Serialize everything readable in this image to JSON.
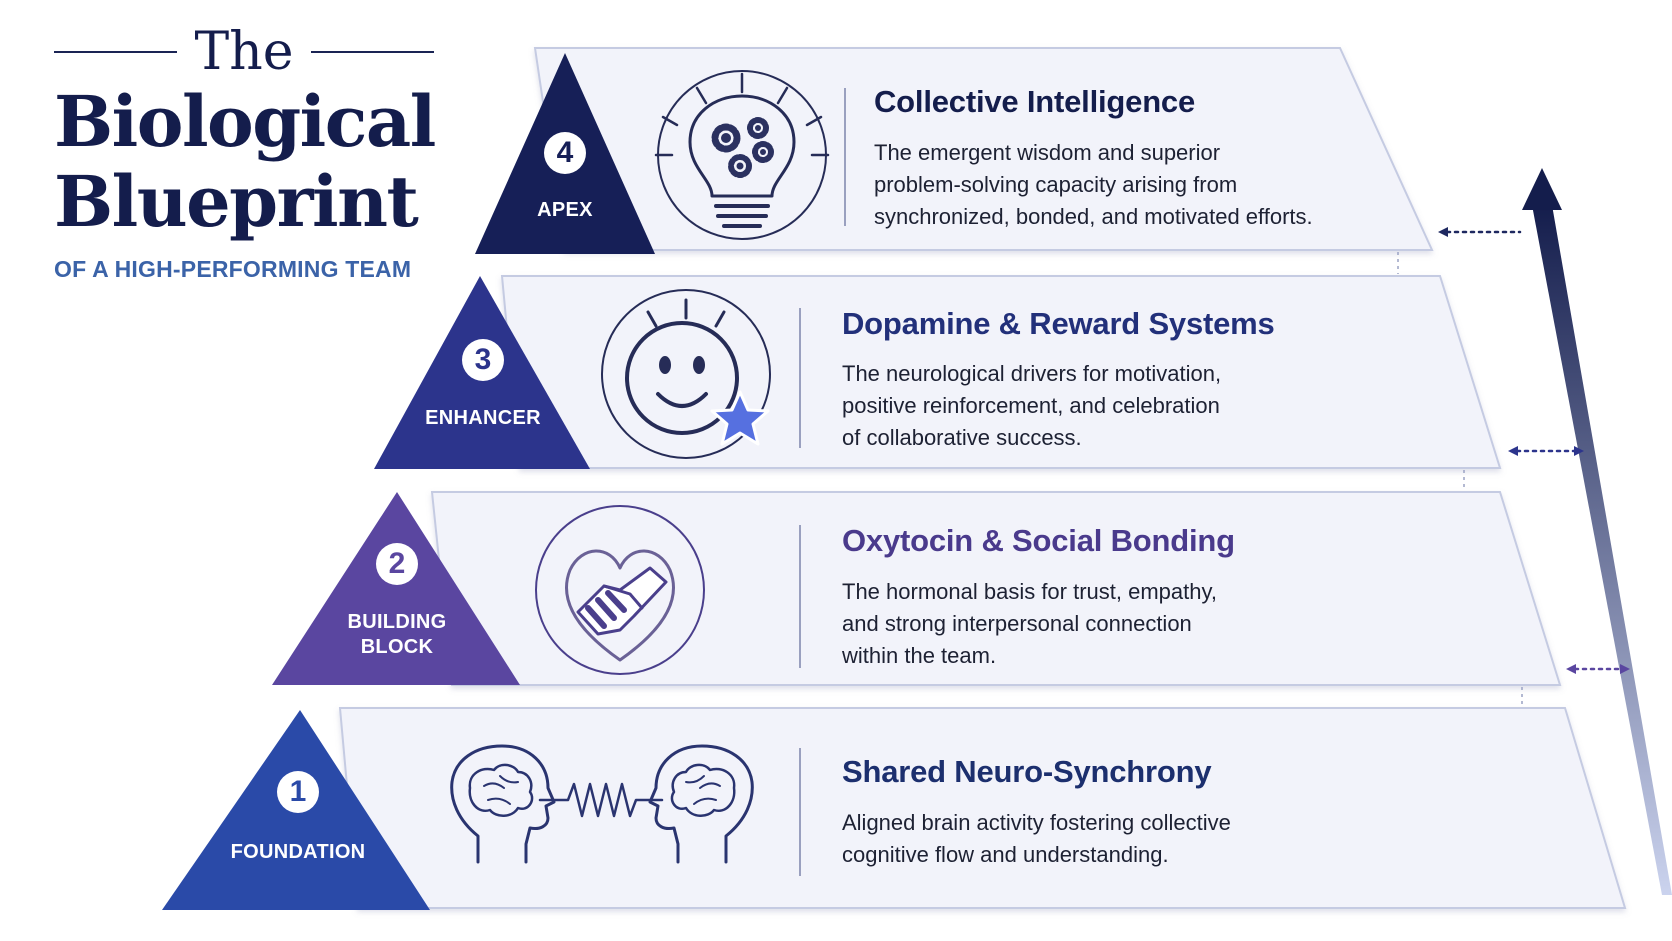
{
  "title": {
    "line1": "The",
    "line2": "Biological",
    "line3": "Blueprint",
    "subtitle": "OF A HIGH-PERFORMING TEAM"
  },
  "tiers": [
    {
      "number": "1",
      "label_lines": [
        "FOUNDATION"
      ],
      "heading": "Shared Neuro-Synchrony",
      "description_lines": [
        "Aligned brain activity fostering collective",
        "cognitive flow and understanding."
      ],
      "icon": "brain-synchrony-icon",
      "accent_color": "#2a4aa8",
      "heading_color": "#1c2f6e"
    },
    {
      "number": "2",
      "label_lines": [
        "BUILDING",
        "BLOCK"
      ],
      "heading": "Oxytocin & Social Bonding",
      "description_lines": [
        "The hormonal basis for trust, empathy,",
        "and strong interpersonal connection",
        "within the team."
      ],
      "icon": "handshake-heart-icon",
      "accent_color": "#5a46a0",
      "heading_color": "#4a3a8c"
    },
    {
      "number": "3",
      "label_lines": [
        "ENHANCER"
      ],
      "heading": "Dopamine & Reward Systems",
      "description_lines": [
        "The neurological drivers for motivation,",
        "positive reinforcement, and celebration",
        "of collaborative success."
      ],
      "icon": "smiley-star-icon",
      "accent_color": "#2c348c",
      "heading_color": "#22307a"
    },
    {
      "number": "4",
      "label_lines": [
        "APEX"
      ],
      "heading": "Collective Intelligence",
      "description_lines": [
        "The emergent wisdom and superior",
        "problem-solving capacity arising from",
        "synchronized, bonded, and motivated efforts."
      ],
      "icon": "lightbulb-gears-icon",
      "accent_color": "#161f57",
      "heading_color": "#141d4c"
    }
  ],
  "colors": {
    "title": "#141d4c",
    "subtitle": "#3b63a8",
    "arrow_top": "#141d4c",
    "arrow_bottom": "#cbd3ee",
    "panel_fill": "#f2f3fa",
    "panel_stroke": "#c5cbe2",
    "icon_stroke": "#262c57",
    "star": "#5670e0"
  }
}
